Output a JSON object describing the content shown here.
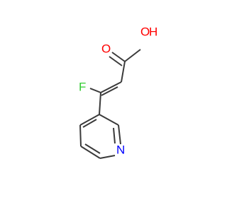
{
  "molecule": {
    "atoms": {
      "hydroxyl": {
        "text": "O",
        "hydrogen": "H",
        "color": "#ff0000"
      },
      "carbonyl_oxygen": {
        "text": "O",
        "color": "#ff0000"
      },
      "fluorine": {
        "text": "F",
        "color": "#33cc33"
      },
      "ring_nitrogen": {
        "text": "N",
        "color": "#0000ff"
      }
    },
    "bond_color": "#3a3a3a"
  }
}
